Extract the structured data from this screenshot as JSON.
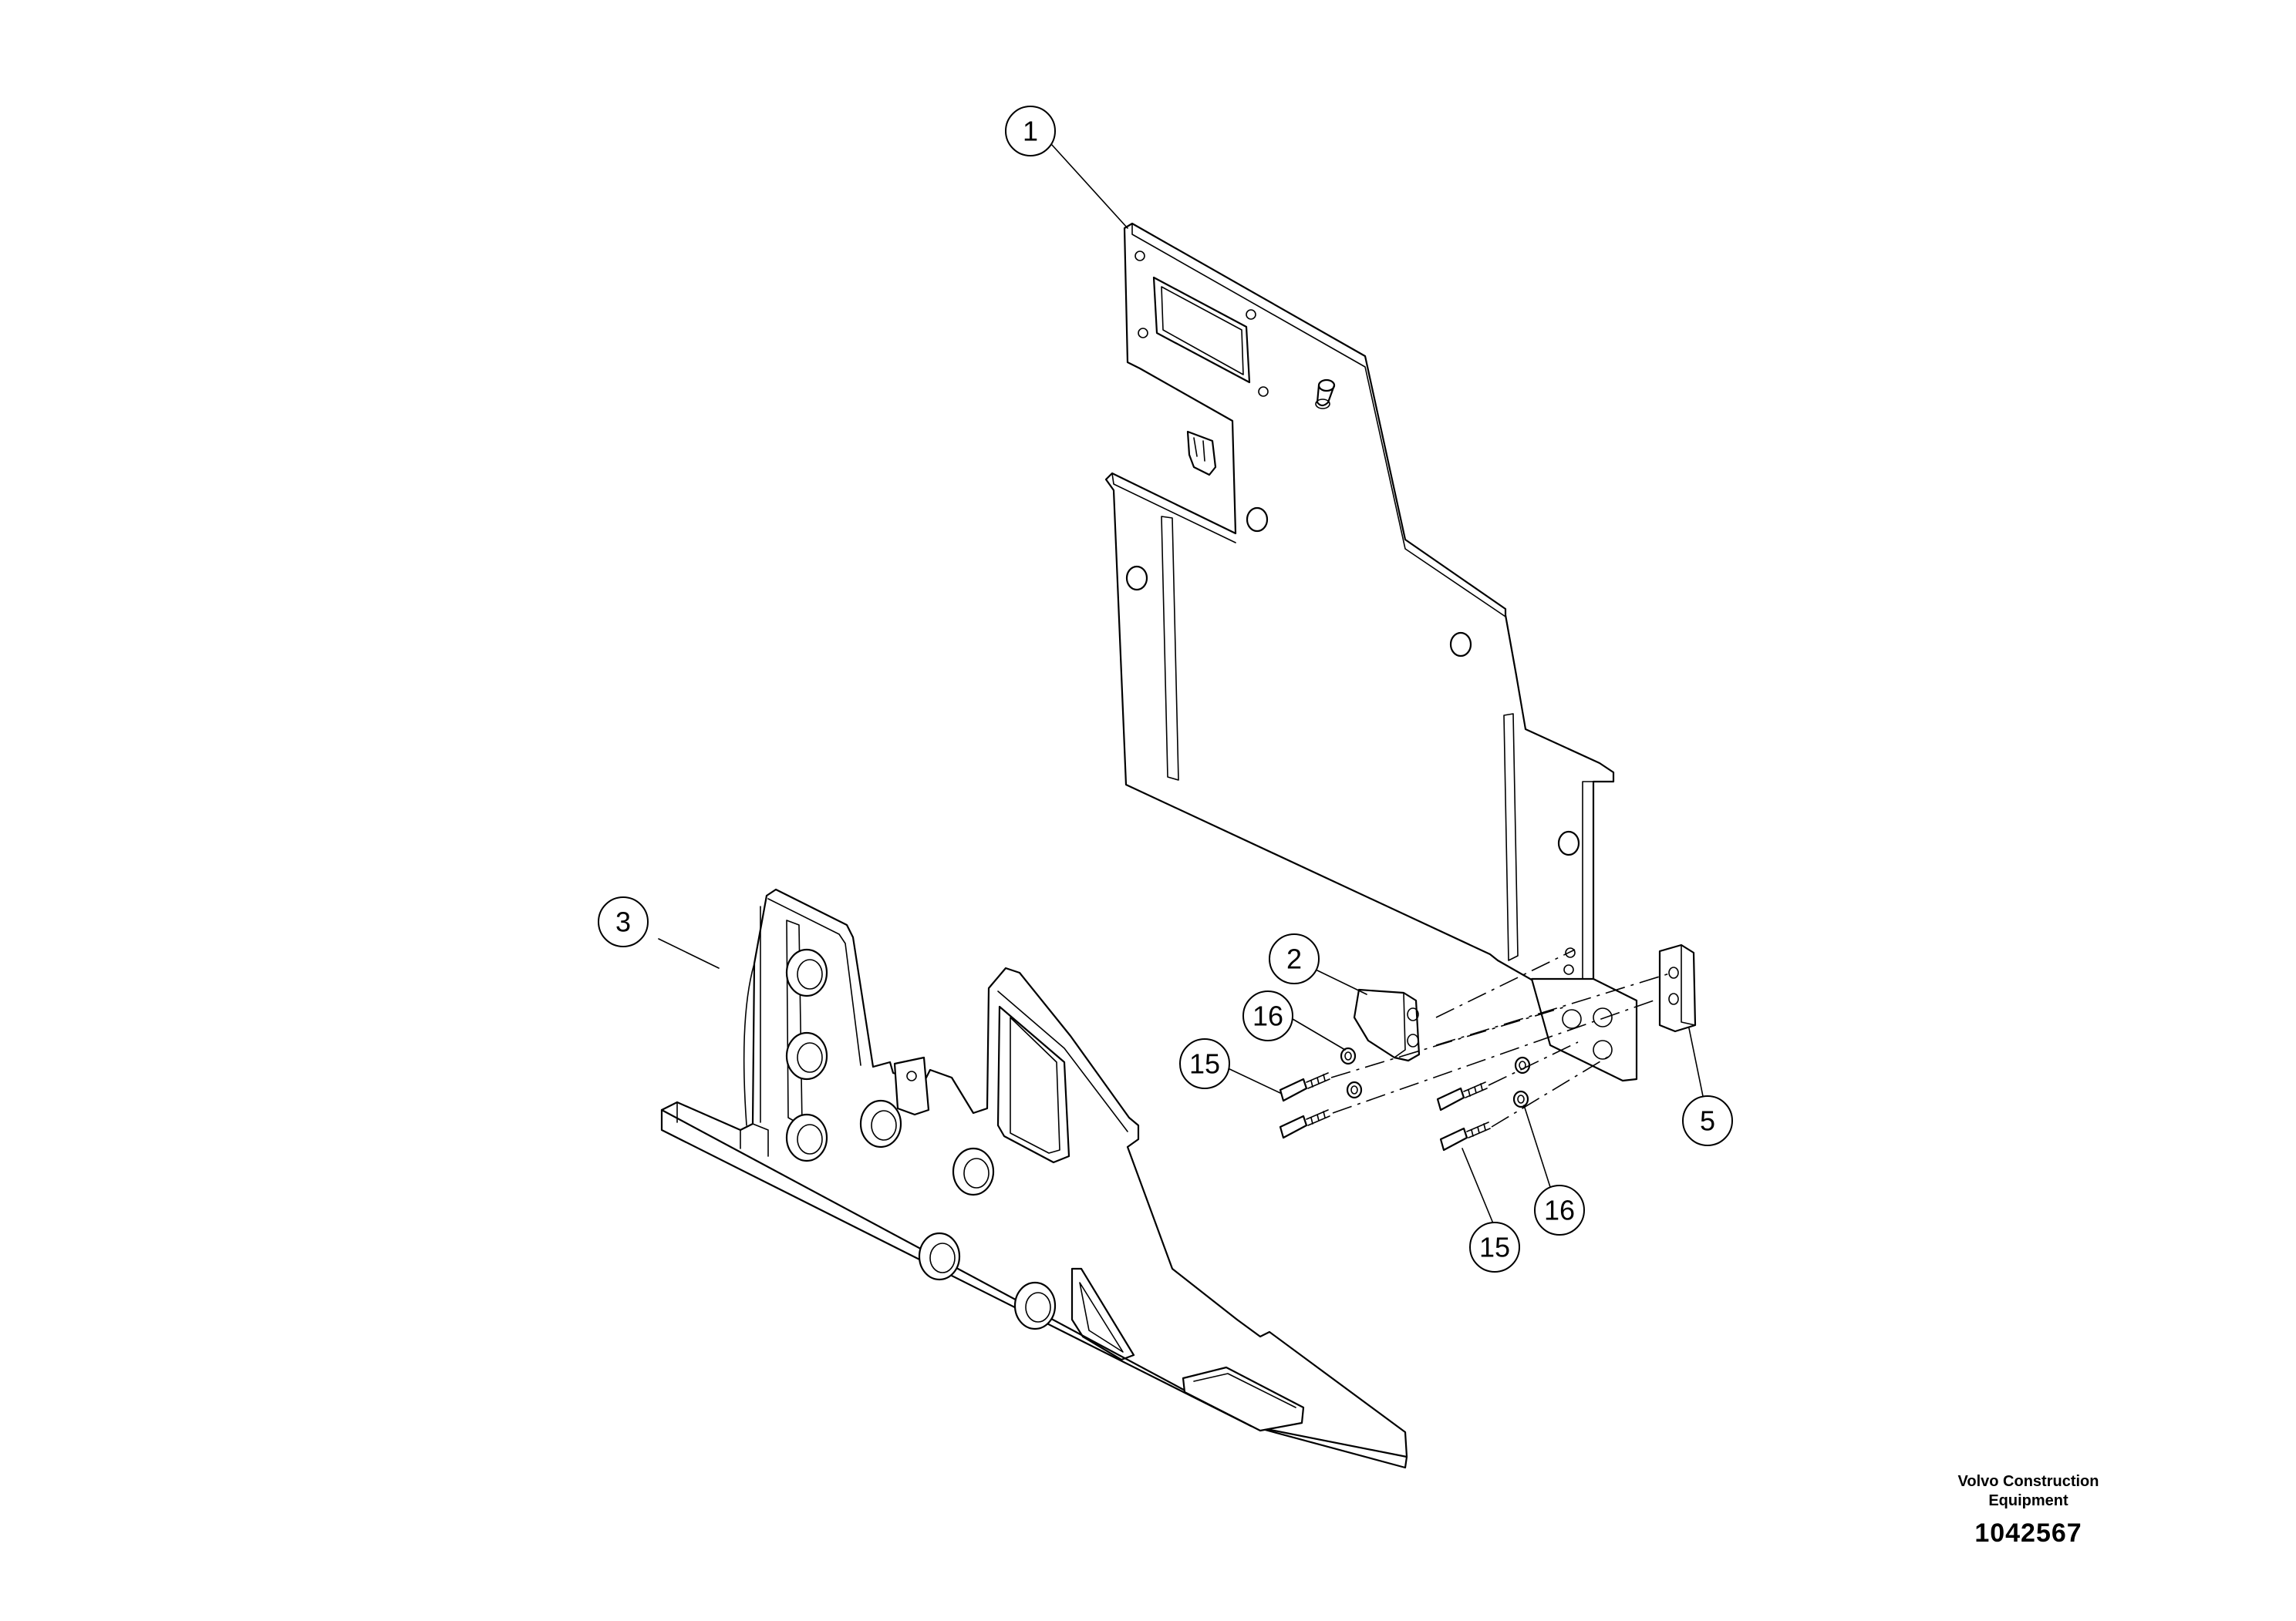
{
  "callouts": [
    "1",
    "2",
    "3",
    "5",
    "16",
    "15",
    "16",
    "15"
  ],
  "manufacturer_line1": "Volvo Construction",
  "manufacturer_line2": "Equipment",
  "drawing_number": "1042567"
}
